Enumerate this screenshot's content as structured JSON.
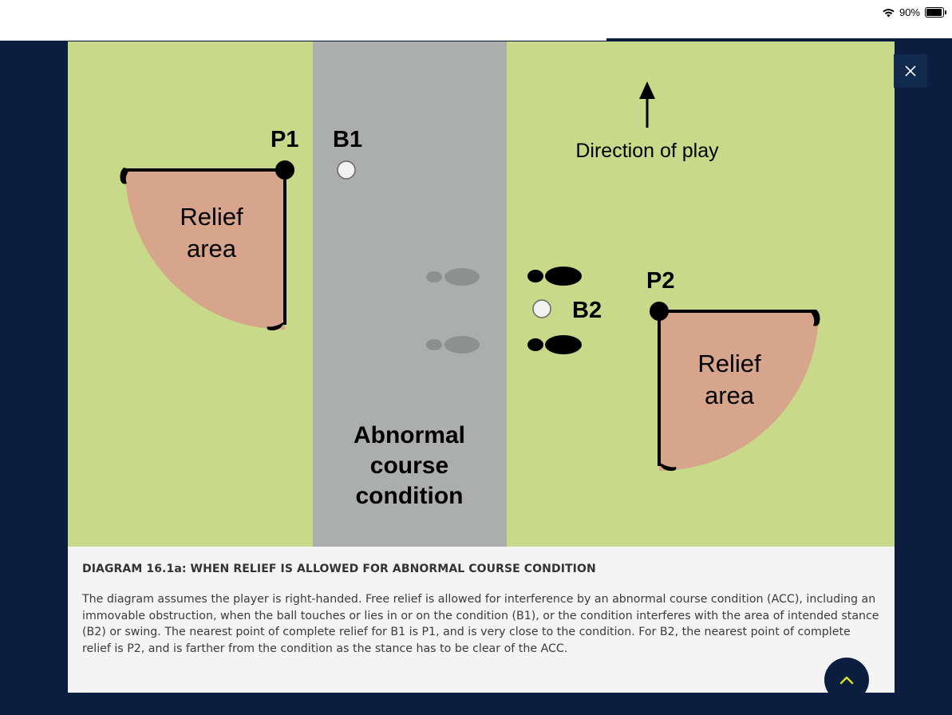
{
  "status_bar": {
    "battery_percent": "90%",
    "icons": [
      "wifi-icon",
      "battery-icon"
    ]
  },
  "diagram": {
    "labels": {
      "p1": "P1",
      "b1": "B1",
      "p2": "P2",
      "b2": "B2",
      "relief_area_left_line1": "Relief",
      "relief_area_left_line2": "area",
      "relief_area_right_line1": "Relief",
      "relief_area_right_line2": "area",
      "direction": "Direction of play",
      "acc_line1": "Abnormal",
      "acc_line2": "course",
      "acc_line3": "condition"
    },
    "colors": {
      "grass": "#c9d98a",
      "acc_strip": "#acadad",
      "relief_area": "#d6a58c",
      "markings": "#000000",
      "shoe_gray": "#8e8f8f"
    }
  },
  "caption": {
    "title": "DIAGRAM 16.1a: WHEN RELIEF IS ALLOWED FOR ABNORMAL COURSE CONDITION",
    "body": "The diagram assumes the player is right-handed. Free relief is allowed for interference by an abnormal course condition (ACC), including an immovable obstruction, when the ball touches or lies in or on the condition (B1), or the condition interferes with the area of intended stance (B2) or swing. The nearest point of complete relief for B1 is P1, and is very close to the condition. For B2, the nearest point of complete relief is P2, and is farther from the condition as the stance has to be clear of the ACC."
  },
  "controls": {
    "close_icon": "close-icon",
    "scroll_top_icon": "chevron-up-icon"
  }
}
